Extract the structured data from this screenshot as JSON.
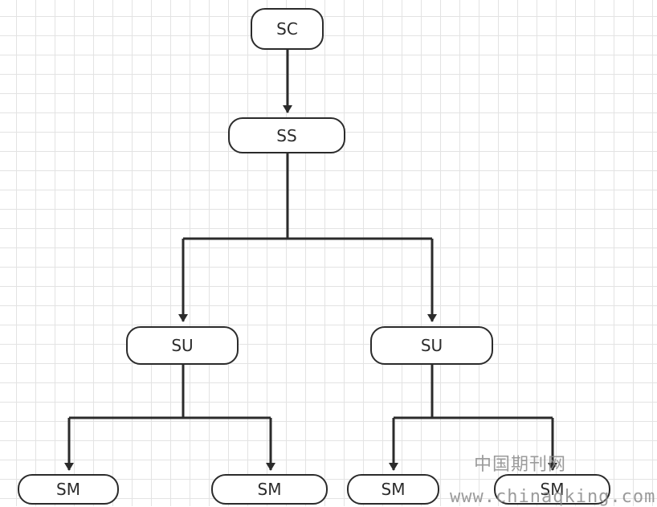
{
  "diagram": {
    "nodes": {
      "sc": "SC",
      "ss": "SS",
      "su_left": "SU",
      "su_right": "SU",
      "sm_1": "SM",
      "sm_2": "SM",
      "sm_3": "SM",
      "sm_4": "SM"
    },
    "edges": [
      {
        "from": "sc",
        "to": "ss"
      },
      {
        "from": "ss",
        "to": "su_left"
      },
      {
        "from": "ss",
        "to": "su_right"
      },
      {
        "from": "su_left",
        "to": "sm_1"
      },
      {
        "from": "su_left",
        "to": "sm_2"
      },
      {
        "from": "su_right",
        "to": "sm_3"
      },
      {
        "from": "su_right",
        "to": "sm_4"
      }
    ],
    "line_color": "#2b2b2b"
  },
  "watermark": {
    "site_name": "中国期刊网",
    "url": "www.chinaqking.com"
  }
}
